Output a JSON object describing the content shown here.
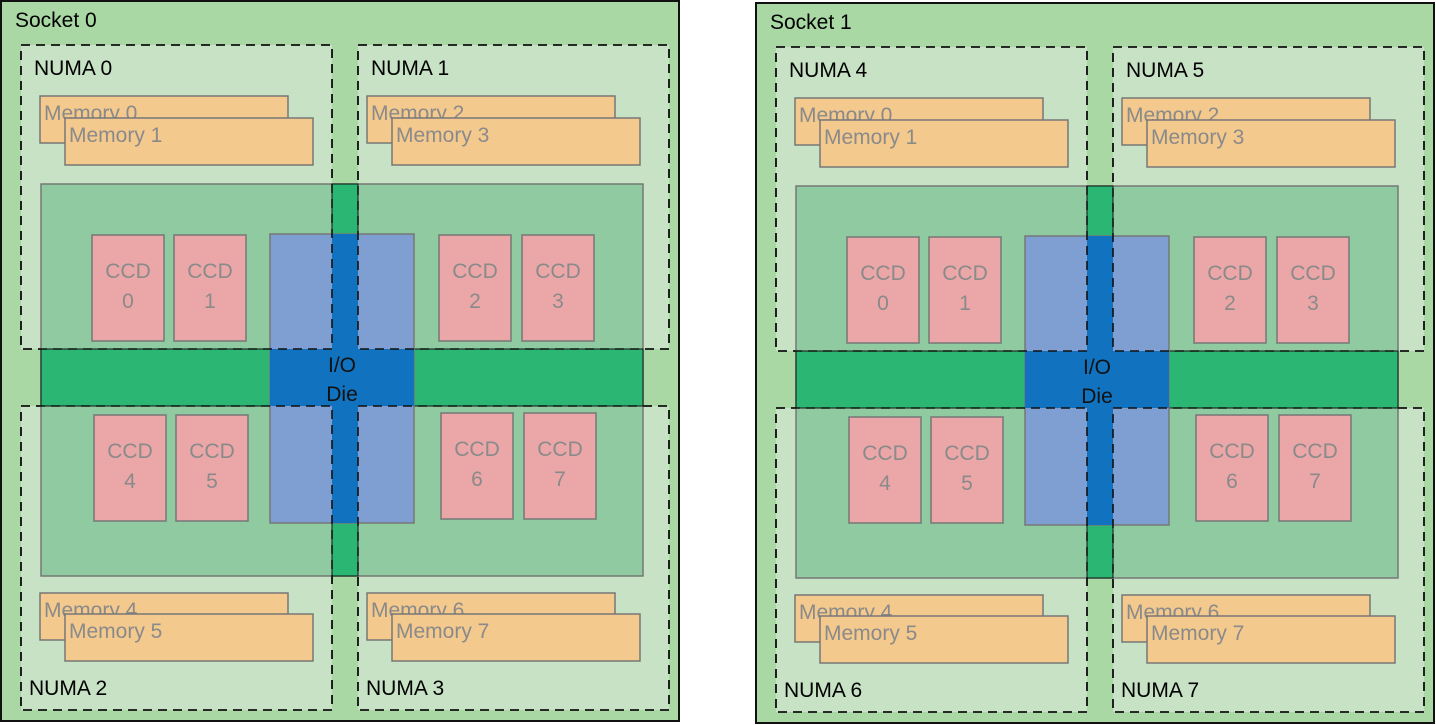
{
  "sockets": [
    {
      "label": "Socket 0",
      "numa": [
        "NUMA 0",
        "NUMA 1",
        "NUMA 2",
        "NUMA 3"
      ],
      "memory": [
        [
          "Memory 0",
          "Memory 1"
        ],
        [
          "Memory 2",
          "Memory 3"
        ],
        [
          "Memory 4",
          "Memory 5"
        ],
        [
          "Memory 6",
          "Memory 7"
        ]
      ],
      "ccds": [
        {
          "label": "CCD",
          "num": "0"
        },
        {
          "label": "CCD",
          "num": "1"
        },
        {
          "label": "CCD",
          "num": "2"
        },
        {
          "label": "CCD",
          "num": "3"
        },
        {
          "label": "CCD",
          "num": "4"
        },
        {
          "label": "CCD",
          "num": "5"
        },
        {
          "label": "CCD",
          "num": "6"
        },
        {
          "label": "CCD",
          "num": "7"
        }
      ],
      "io_die": [
        "I/O",
        "Die"
      ]
    },
    {
      "label": "Socket 1",
      "numa": [
        "NUMA 4",
        "NUMA 5",
        "NUMA 6",
        "NUMA 7"
      ],
      "memory": [
        [
          "Memory 0",
          "Memory 1"
        ],
        [
          "Memory 2",
          "Memory 3"
        ],
        [
          "Memory 4",
          "Memory 5"
        ],
        [
          "Memory 6",
          "Memory 7"
        ]
      ],
      "ccds": [
        {
          "label": "CCD",
          "num": "0"
        },
        {
          "label": "CCD",
          "num": "1"
        },
        {
          "label": "CCD",
          "num": "2"
        },
        {
          "label": "CCD",
          "num": "3"
        },
        {
          "label": "CCD",
          "num": "4"
        },
        {
          "label": "CCD",
          "num": "5"
        },
        {
          "label": "CCD",
          "num": "6"
        },
        {
          "label": "CCD",
          "num": "7"
        }
      ],
      "io_die": [
        "I/O",
        "Die"
      ]
    }
  ],
  "colors": {
    "socket_fill": "#a9d8a4",
    "numa_fill": "#c7e2c5",
    "package_fill": "#8fcaa0",
    "fabric_green": "#2bb673",
    "io_die_light": "#7f9fd2",
    "io_die_dark": "#1173bf",
    "ccd_fill": "#eba7a8",
    "memory_fill": "#f3c98d",
    "stroke_gray": "#777777"
  }
}
